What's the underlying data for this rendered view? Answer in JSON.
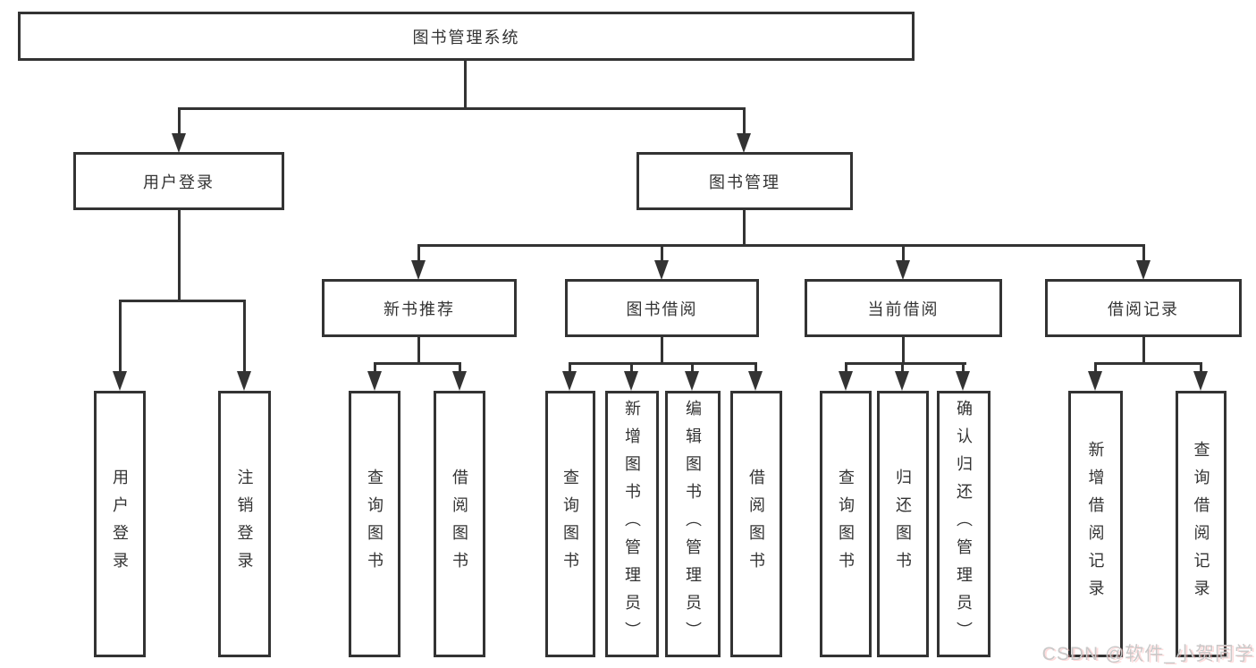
{
  "diagram": {
    "title": "图书管理系统",
    "level1": {
      "user_login": "用户登录",
      "book_mgmt": "图书管理"
    },
    "level2": {
      "new_books": "新书推荐",
      "borrowing": "图书借阅",
      "current": "当前借阅",
      "records": "借阅记录"
    },
    "leaves": {
      "user_login": [
        "用户登录",
        "注销登录"
      ],
      "new_books": [
        "查询图书",
        "借阅图书"
      ],
      "borrowing": [
        "查询图书",
        "新增图书（管理员）",
        "编辑图书（管理员）",
        "借阅图书"
      ],
      "current": [
        "查询图书",
        "归还图书",
        "确认归还（管理员）"
      ],
      "records": [
        "新增借阅记录",
        "查询借阅记录"
      ]
    }
  },
  "watermark": {
    "text": "CSDN @软件_小贺同学"
  },
  "colors": {
    "line": "#333333",
    "text": "#333333",
    "background": "#ffffff",
    "watermark": "#c9c9c9"
  }
}
